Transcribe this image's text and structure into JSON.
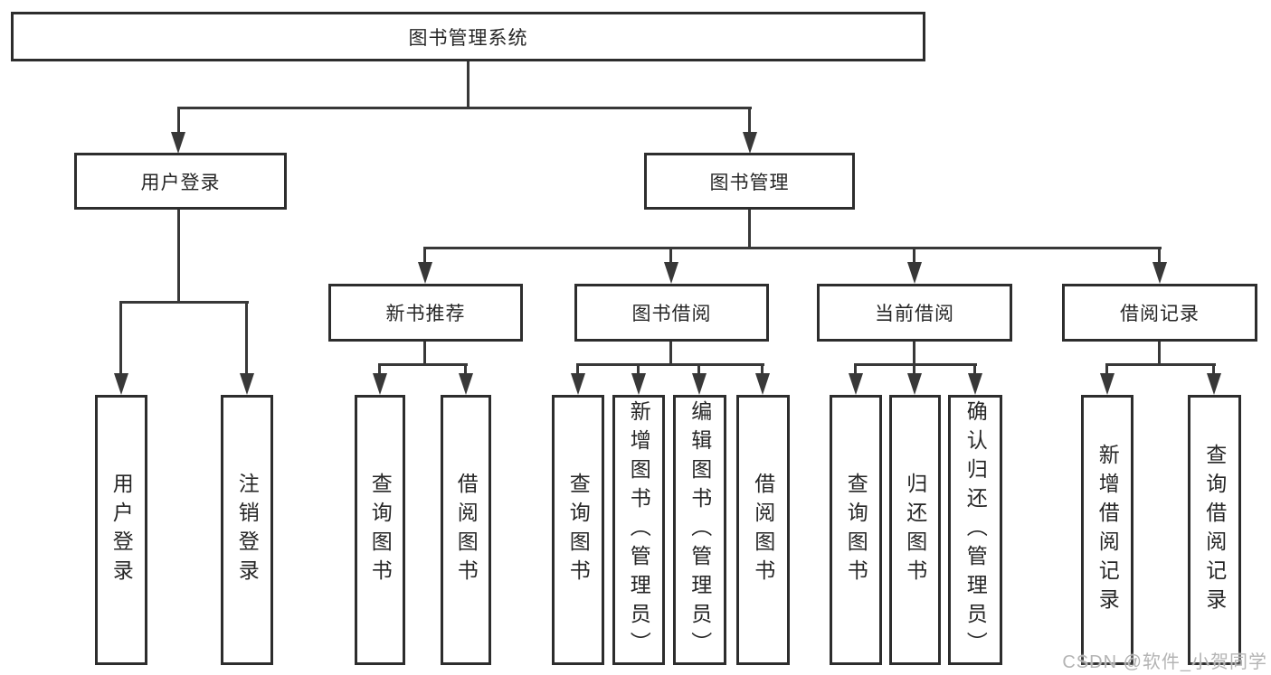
{
  "nodes": {
    "root": "图书管理系统",
    "user_login": "用户登录",
    "book_management": "图书管理",
    "new_book_recommend": "新书推荐",
    "book_borrowing": "图书借阅",
    "current_borrowing": "当前借阅",
    "borrowing_records": "借阅记录",
    "leaf_user_login": "用户登录",
    "leaf_logout": "注销登录",
    "leaf_nb_query_books": "查询图书",
    "leaf_nb_borrow_books": "借阅图书",
    "leaf_bb_query_books": "查询图书",
    "leaf_bb_add_books": "新增图书（管理员）",
    "leaf_bb_edit_books": "编辑图书（管理员）",
    "leaf_bb_borrow_books": "借阅图书",
    "leaf_cb_query_books": "查询图书",
    "leaf_cb_return_books": "归还图书",
    "leaf_cb_confirm_return": "确认归还（管理员）",
    "leaf_br_add_record": "新增借阅记录",
    "leaf_br_query_record": "查询借阅记录"
  },
  "edges": [
    {
      "from": "图书管理系统",
      "to": [
        "用户登录",
        "图书管理"
      ]
    },
    {
      "from": "用户登录",
      "to": [
        "用户登录",
        "注销登录"
      ]
    },
    {
      "from": "图书管理",
      "to": [
        "新书推荐",
        "图书借阅",
        "当前借阅",
        "借阅记录"
      ]
    },
    {
      "from": "新书推荐",
      "to": [
        "查询图书",
        "借阅图书"
      ]
    },
    {
      "from": "图书借阅",
      "to": [
        "查询图书",
        "新增图书（管理员）",
        "编辑图书（管理员）",
        "借阅图书"
      ]
    },
    {
      "from": "当前借阅",
      "to": [
        "查询图书",
        "归还图书",
        "确认归还（管理员）"
      ]
    },
    {
      "from": "借阅记录",
      "to": [
        "新增借阅记录",
        "查询借阅记录"
      ]
    }
  ],
  "watermark": "CSDN @软件_小贺同学",
  "colors": {
    "line": "#383838",
    "border": "#2d2d2d",
    "text": "#262626",
    "background": "#ffffff",
    "watermark": "#b4b4b4"
  }
}
